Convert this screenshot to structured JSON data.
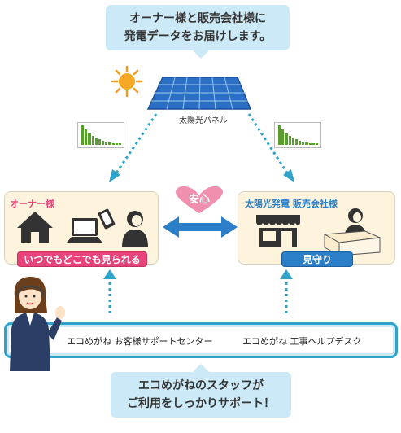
{
  "top_callout": {
    "line1": "オーナー様と販売会社様に",
    "line2": "発電データをお届けします。"
  },
  "solar_panel_label": "太陽光パネル",
  "owner_card": {
    "title": "オーナー様",
    "banner": "いつでもどこでも見られる"
  },
  "company_card": {
    "title": "太陽光発電 販売会社様",
    "banner": "見守り"
  },
  "anshin_label": "安心",
  "support_bar": {
    "left": "エコめがね お客様サポートセンター",
    "right": "エコめがね 工事ヘルプデスク"
  },
  "bottom_callout": {
    "line1": "エコめがねのスタッフが",
    "line2": "ご利用をしっかりサポート！"
  },
  "mini_chart_levels": [
    1.0,
    0.78,
    0.6,
    0.46,
    0.36,
    0.28,
    0.22,
    0.17,
    0.13,
    0.1,
    0.08,
    0.07
  ],
  "colors": {
    "accent_blue": "#2a7fc8",
    "owner_pink": "#e8437a",
    "card_bg": "#fef4dd",
    "callout_bg": "#cbe9f6",
    "arrow_blue": "#2fa3c9"
  }
}
